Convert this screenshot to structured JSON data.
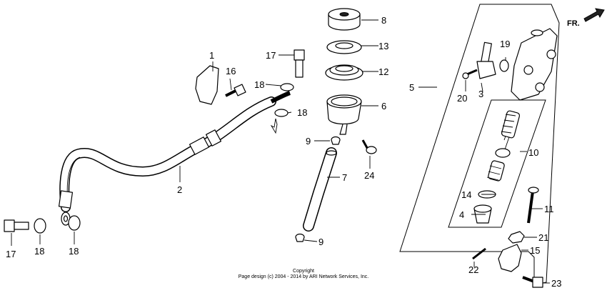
{
  "direction_label": "FR.",
  "copyright": {
    "line1": "Copyright",
    "line2": "Page design (c) 2004 - 2014 by ARI Network Services, Inc."
  },
  "callouts": {
    "c1": "1",
    "c2": "2",
    "c3": "3",
    "c4": "4",
    "c5": "5",
    "c6": "6",
    "c7": "7",
    "c8": "8",
    "c9a": "9",
    "c9b": "9",
    "c10": "10",
    "c11": "11",
    "c12": "12",
    "c13": "13",
    "c14": "14",
    "c15": "15",
    "c16": "16",
    "c17a": "17",
    "c17b": "17",
    "c18a": "18",
    "c18b": "18",
    "c18c": "18",
    "c18d": "18",
    "c19": "19",
    "c20": "20",
    "c21": "21",
    "c22": "22",
    "c23": "23",
    "c24": "24"
  }
}
